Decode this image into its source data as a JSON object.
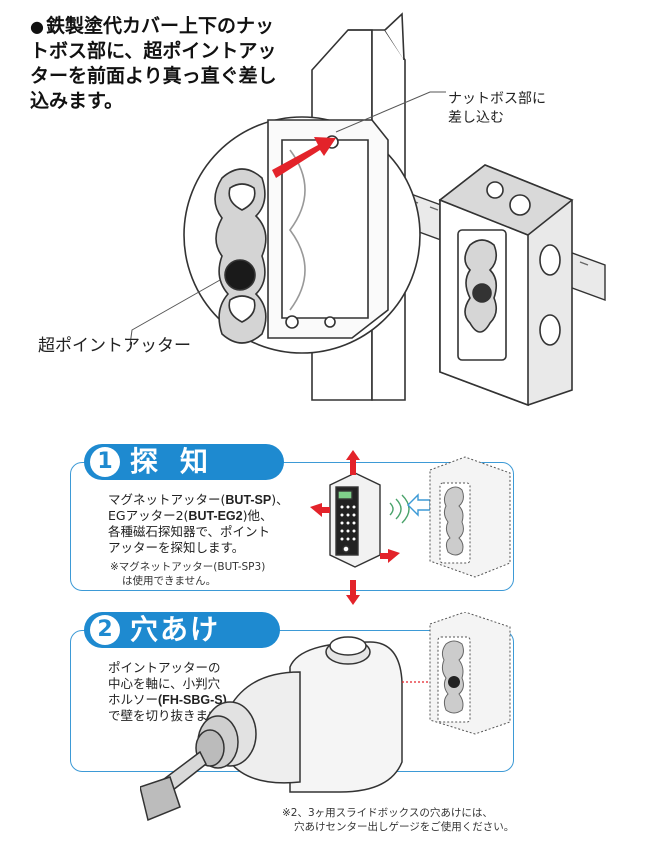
{
  "intro": {
    "bullet": "●",
    "text": "鉄製塗代カバー上下のナットボス部に、超ポイントアッターを前面より真っ直ぐ差し込みます。"
  },
  "callouts": {
    "nut_boss_line1": "ナットボス部に",
    "nut_boss_line2": "差し込む",
    "adapter_label": "超ポイントアッター"
  },
  "step1": {
    "number": "1",
    "title": "探知",
    "line1_prefix": "マグネットアッター(",
    "line1_code": "BUT-SP",
    "line1_suffix": ")、",
    "line2_prefix": "EGアッター2(",
    "line2_code": "BUT-EG2",
    "line2_suffix": ")他、",
    "line3": "各種磁石探知器で、ポイント",
    "line4": "アッターを探知します。",
    "note_line1": "※マグネットアッター(BUT-SP3)",
    "note_line2": "は使用できません。"
  },
  "step2": {
    "number": "2",
    "title": "穴あけ",
    "line1": "ポイントアッターの",
    "line2": "中心を軸に、小判穴",
    "line3_prefix": "ホルソー",
    "line3_code": "(FH-SBG-S)",
    "line4": "で壁を切り抜きます。"
  },
  "footnote": {
    "line1": "※2、3ヶ用スライドボックスの穴あけには、",
    "line2": "穴あけセンター出しゲージをご使用ください。"
  },
  "colors": {
    "accent": "#1e8ad0",
    "arrow_red": "#e3232a",
    "panel_border": "#3d9ad6"
  }
}
